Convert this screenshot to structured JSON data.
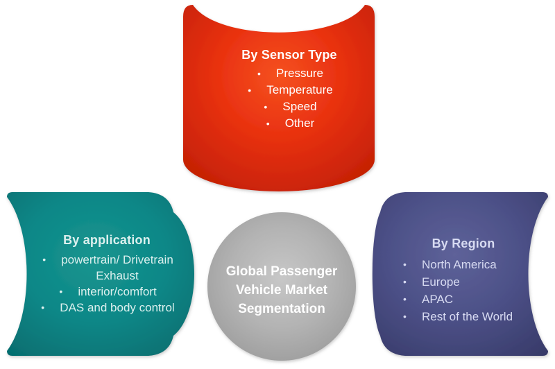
{
  "bullet_char": "•",
  "cards": {
    "sensor_type": {
      "title": "By Sensor Type",
      "items": [
        "Pressure",
        "Temperature",
        "Speed",
        "Other"
      ],
      "fill_color": "#e93110",
      "text_color": "#ffffff"
    },
    "application": {
      "title": "By application",
      "items": [
        "powertrain/ Drivetrain",
        "Exhaust",
        "interior/comfort",
        "DAS and body control"
      ],
      "fill_color": "#0d8787",
      "text_color": "#dcf0ee"
    },
    "region": {
      "title": "By Region",
      "items": [
        "North America",
        "Europe",
        "APAC",
        "Rest of the World"
      ],
      "fill_color": "#4c5087",
      "text_color": "#d8dbf2"
    }
  },
  "center_circle": {
    "lines": [
      "Global Passenger",
      "Vehicle Market",
      "Segmentation"
    ],
    "fill_color": "#b2b2b2",
    "text_color": "#ffffff"
  }
}
